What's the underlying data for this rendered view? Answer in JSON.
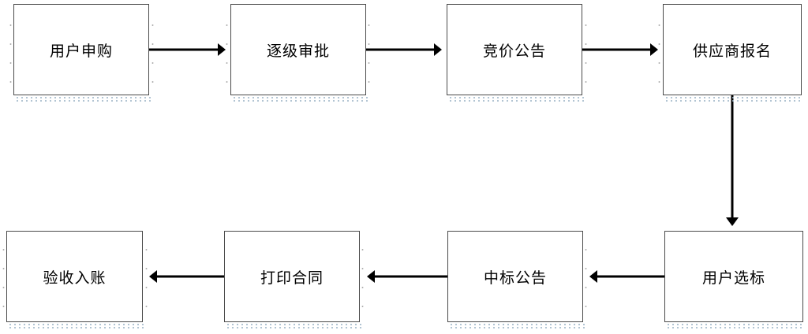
{
  "colors": {
    "box_border": "#4a4a4a",
    "arrow": "#000000",
    "text": "#000000"
  },
  "steps": [
    {
      "label": "用户申购"
    },
    {
      "label": "逐级审批"
    },
    {
      "label": "竞价公告"
    },
    {
      "label": "供应商报名"
    },
    {
      "label": "用户选标"
    },
    {
      "label": "中标公告"
    },
    {
      "label": "打印合同"
    },
    {
      "label": "验收入账"
    }
  ]
}
